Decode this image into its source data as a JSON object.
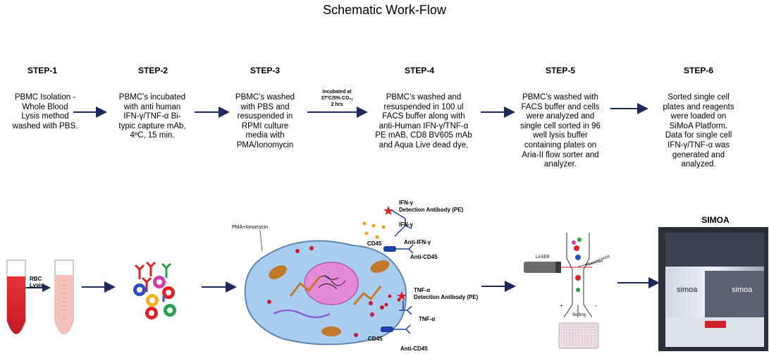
{
  "title": "Schematic Work-Flow",
  "steps": [
    {
      "label": "STEP-1",
      "lines": [
        "PBMC Isolation -",
        "Whole Blood",
        "Lysis method",
        "washed with PBS."
      ]
    },
    {
      "label": "STEP-2",
      "lines": [
        "PBMC’s incubated",
        "with anti human",
        "IFN-γ/TNF-α  Bi-",
        "typic capture mAb,",
        "4ºC, 15 min."
      ]
    },
    {
      "label": "STEP-3",
      "lines": [
        "PBMC’s washed",
        "with PBS and",
        "resuspended in",
        "RPMI culture",
        "media with",
        "PMA/Ionomycin"
      ]
    },
    {
      "label": "STEP-4",
      "lines": [
        "PBMC’s washed and",
        "resuspended in 100 ul",
        "FACS buffer  along with",
        "anti-Human  IFN-γ/TNF-α",
        "PE mAB, CD8 BV605 mAb",
        "and Aqua Live dead dye."
      ]
    },
    {
      "label": "STEP-5",
      "lines": [
        "PBMC’s washed with",
        "FACS buffer and cells",
        "were analyzed and",
        "single cell sorted in 96",
        "well lysis buffer",
        "containing plates on",
        "Aria-II flow sorter and",
        "analyzer."
      ]
    },
    {
      "label": "STEP-6",
      "lines": [
        "Sorted single cell",
        "plates and reagents",
        "were loaded on",
        "SiMoA Platform.",
        "Data for single cell",
        "IFN-γ/TNF-α was",
        "generated and",
        "analyzed."
      ]
    }
  ],
  "incubation": {
    "line1": "Incubated at",
    "line2": "37ºC/5% CO₂,",
    "line3": "2 hrs"
  },
  "illustration": {
    "rbc_lysis": "RBC\nLysis",
    "pma": "PMA+Ionomycin",
    "ifn_detect_1": "IFN-γ",
    "ifn_detect_2": "Detection Antibody (PE)",
    "ifn": "IFN-γ",
    "anti_ifn": "Anti-IFN-γ",
    "cd45_top": "CD45",
    "anti_cd45_top": "Anti-CD45",
    "tnf_detect_1": "TNF-α",
    "tnf_detect_2": "Detection Antibody (PE)",
    "tnf": "TNF-α",
    "cd45_bottom": "CD45",
    "anti_cd45_bottom": "Anti-CD45",
    "laser": "LASER",
    "fluorescence": "Fluorescence",
    "sorting": "Sorting",
    "plus": "+",
    "minus": "-",
    "simoa": "SIMOA",
    "instrument_brand": "simoa"
  },
  "colors": {
    "arrow": "#1f2a5a",
    "cell": "#a9cdf0",
    "nucleus": "#e48ad8",
    "mito": "#c27a2a",
    "star": "#d4202a",
    "blood": "#e0202a"
  }
}
